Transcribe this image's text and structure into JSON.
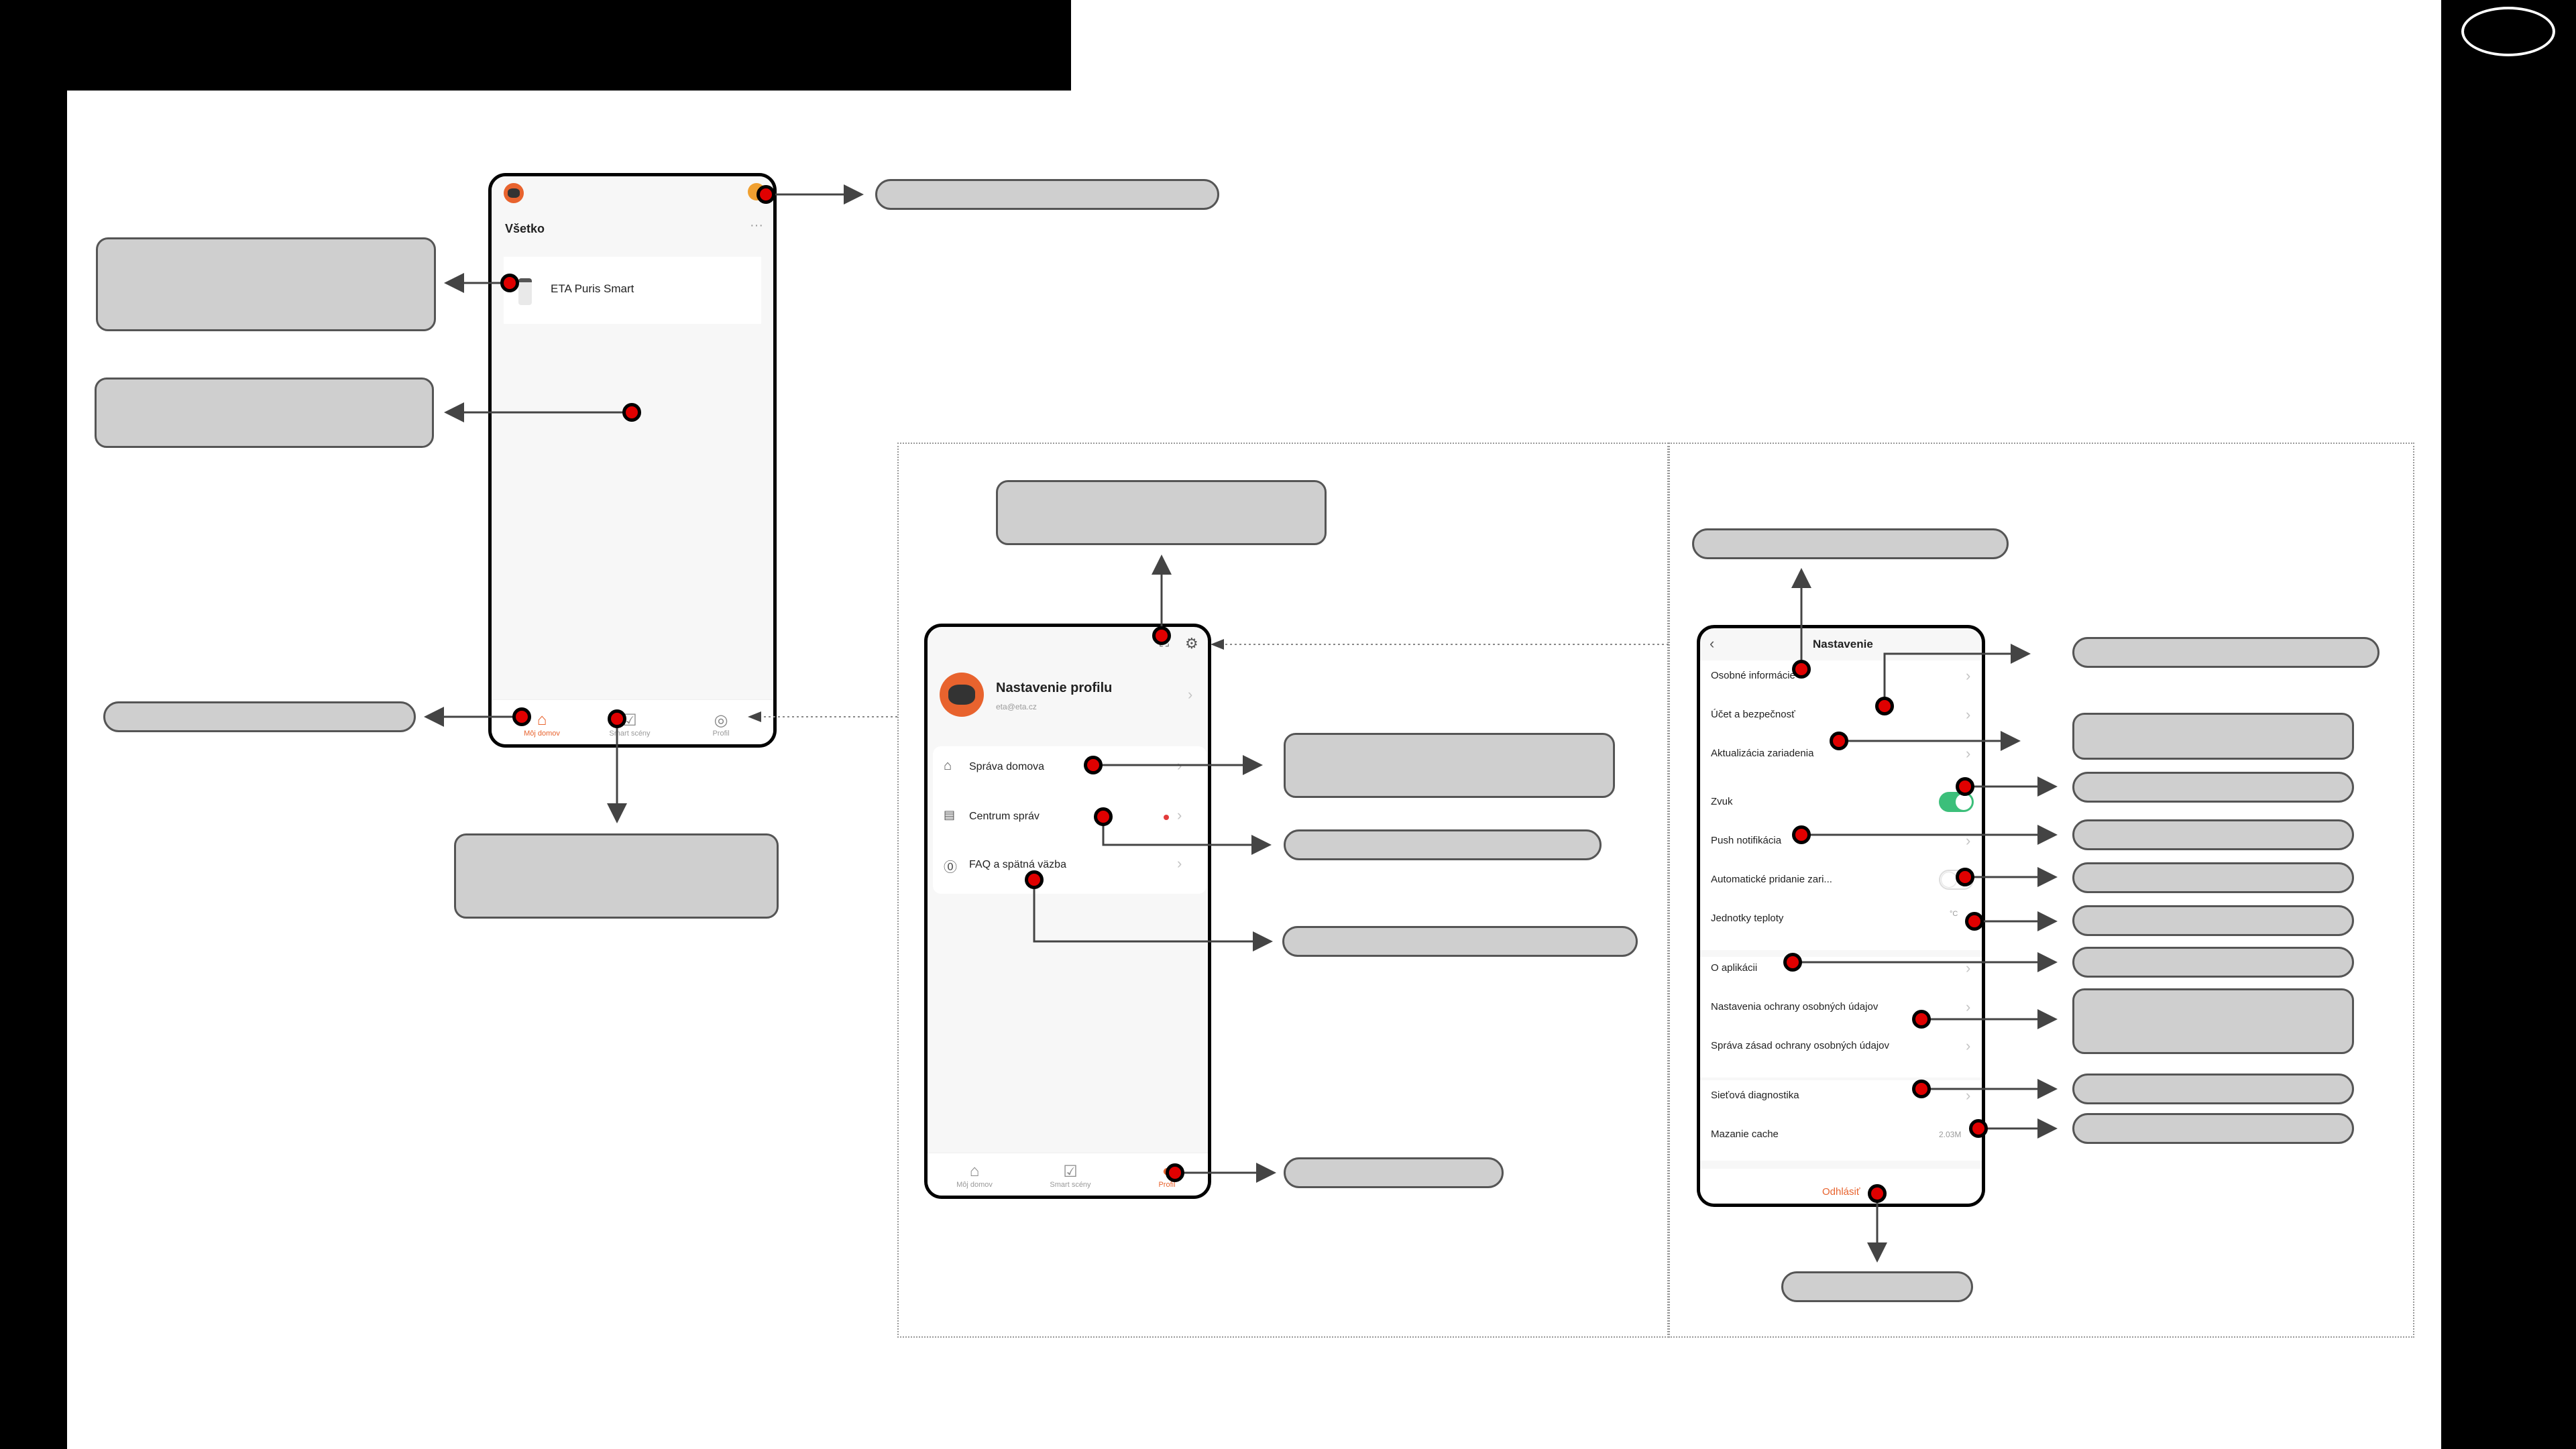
{
  "screen_home": {
    "header_title": "Všetko",
    "more_icon": "more-dots-icon",
    "device_name": "ETA Puris Smart",
    "tabs": [
      {
        "label": "Môj domov",
        "icon": "home-icon"
      },
      {
        "label": "Smart scény",
        "icon": "scene-check-icon"
      },
      {
        "label": "Profil",
        "icon": "profile-icon"
      }
    ]
  },
  "screen_profile": {
    "title": "Nastavenie profilu",
    "email": "eta@eta.cz",
    "menu": [
      {
        "label": "Správa domova",
        "icon": "house-outline-icon"
      },
      {
        "label": "Centrum správ",
        "icon": "message-icon"
      },
      {
        "label": "FAQ a spätná väzba",
        "icon": "help-circle-icon"
      }
    ],
    "tabs": [
      {
        "label": "Môj domov",
        "icon": "home-icon"
      },
      {
        "label": "Smart scény",
        "icon": "scene-check-icon"
      },
      {
        "label": "Profil",
        "icon": "profile-icon"
      }
    ]
  },
  "screen_settings": {
    "title": "Nastavenie",
    "rows": [
      {
        "label": "Osobné informácie"
      },
      {
        "label": "Účet a bezpečnosť"
      },
      {
        "label": "Aktualizácia zariadenia"
      },
      {
        "label": "Zvuk"
      },
      {
        "label": "Push notifikácia"
      },
      {
        "label": "Automatické pridanie zari..."
      },
      {
        "label": "Jednotky teploty",
        "value": "°C"
      },
      {
        "label": "O aplikácii"
      },
      {
        "label": "Nastavenia ochrany osobných údajov"
      },
      {
        "label": "Správa zásad ochrany osobných údajov"
      },
      {
        "label": "Sieťová diagnostika"
      },
      {
        "label": "Mazanie cache",
        "value": "2.03M"
      }
    ],
    "toggles": {
      "sound_on": true,
      "auto_add_on": false
    },
    "logout": "Odhlásiť"
  },
  "colors": {
    "accent": "#e8632e",
    "marker": "#e00000",
    "callout": "#cfcfcf",
    "toggle_on": "#3cbf7a"
  }
}
